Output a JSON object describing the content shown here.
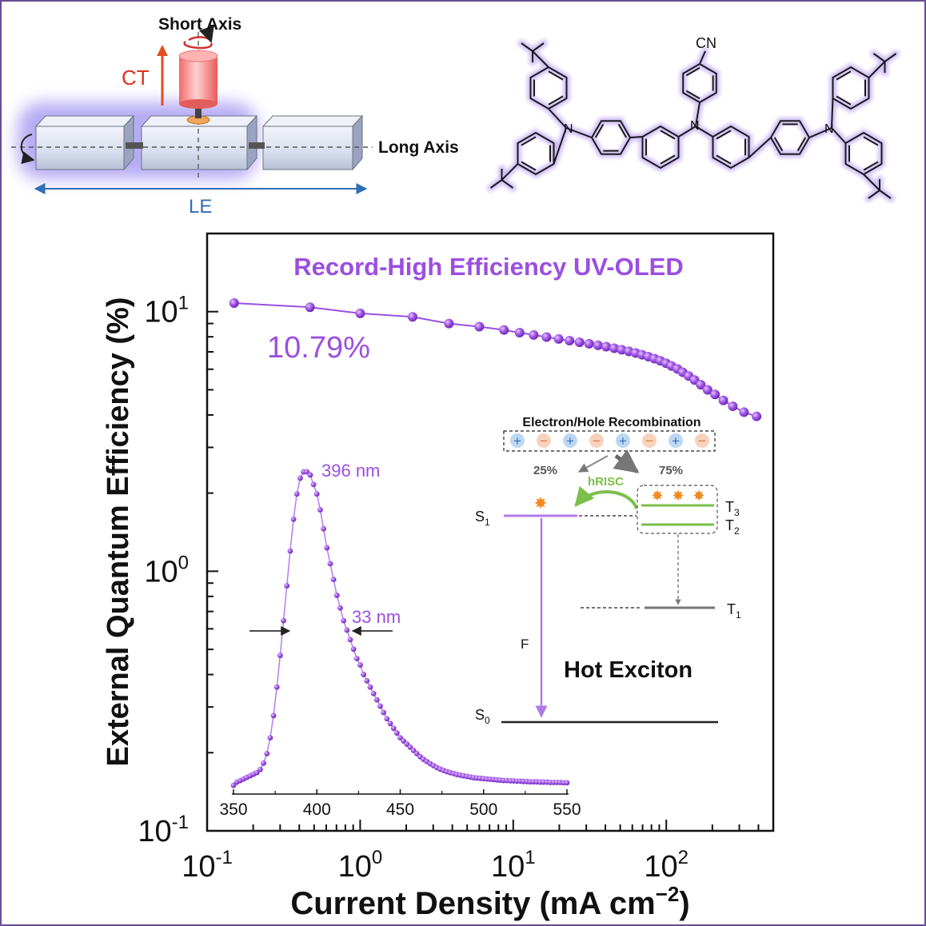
{
  "colors": {
    "accent": "#9b4fe0",
    "frame": "#6a4c93",
    "ct_arrow": "#d9381e",
    "le_arrow": "#2f6fb5",
    "glow": "#b3a6f0",
    "hrisc_green": "#7bbf4a",
    "orange": "#f28a1e"
  },
  "schematic": {
    "short_axis": "Short Axis",
    "ct": "CT",
    "long_axis": "Long Axis",
    "le": "LE"
  },
  "molecule": {
    "cn": "CN",
    "n": "N"
  },
  "chart_data": [
    {
      "type": "scatter",
      "title": "Record-High Efficiency UV-OLED",
      "xlabel": "Current Density (mA cm",
      "xlabel_sup": "−2",
      "xlabel_close": ")",
      "ylabel": "External Quantum Efficiency (%)",
      "xscale": "log",
      "yscale": "log",
      "xlim": [
        0.1,
        500
      ],
      "ylim": [
        0.1,
        20
      ],
      "x_ticks": [
        {
          "value": 0.1,
          "base": "10",
          "exp": "-1"
        },
        {
          "value": 1,
          "base": "10",
          "exp": "0"
        },
        {
          "value": 10,
          "base": "10",
          "exp": "1"
        },
        {
          "value": 100,
          "base": "10",
          "exp": "2"
        }
      ],
      "y_ticks": [
        {
          "value": 0.1,
          "base": "10",
          "exp": "-1"
        },
        {
          "value": 1,
          "base": "10",
          "exp": "0"
        },
        {
          "value": 10,
          "base": "10",
          "exp": "1"
        }
      ],
      "annotation": "10.79%",
      "series": [
        {
          "x": [
            0.15,
            0.47,
            1.0,
            2.2,
            3.8,
            6.0,
            8.7,
            11.0,
            13.6,
            16.5,
            19.8,
            23.3,
            27.1,
            31.3,
            35.8,
            40.5,
            45.7,
            51.1,
            56.9,
            63.0,
            69.5,
            76.3,
            83.6,
            91.3,
            99.6,
            108,
            118,
            128,
            140,
            153,
            168,
            186,
            208,
            236,
            272,
            322,
            389
          ],
          "y": [
            10.79,
            10.4,
            9.85,
            9.55,
            9.0,
            8.75,
            8.5,
            8.3,
            8.13,
            7.98,
            7.85,
            7.73,
            7.62,
            7.52,
            7.42,
            7.33,
            7.23,
            7.13,
            7.03,
            6.93,
            6.82,
            6.71,
            6.59,
            6.47,
            6.33,
            6.18,
            6.02,
            5.84,
            5.65,
            5.45,
            5.23,
            5.0,
            4.8,
            4.55,
            4.32,
            4.1,
            3.95
          ]
        }
      ]
    },
    {
      "type": "line",
      "x_ticks": [
        350,
        400,
        450,
        500,
        550
      ],
      "xlim": [
        350,
        550
      ],
      "ylim": [
        0,
        1
      ],
      "peak_label": "396 nm",
      "fwhm_label": "33 nm",
      "series": [
        {
          "x": [
            350,
            352,
            354,
            356,
            358,
            360,
            362,
            364,
            366,
            368,
            370,
            372,
            374,
            376,
            378,
            380,
            382,
            384,
            386,
            388,
            390,
            392,
            394,
            396,
            398,
            400,
            402,
            404,
            406,
            408,
            410,
            412,
            414,
            416,
            418,
            420,
            422,
            424,
            426,
            428,
            430,
            432,
            434,
            436,
            438,
            440,
            442,
            444,
            446,
            448,
            450,
            452,
            454,
            456,
            458,
            460,
            462,
            464,
            466,
            468,
            470,
            472,
            474,
            476,
            478,
            480,
            482,
            484,
            486,
            488,
            490,
            492,
            494,
            496,
            498,
            500,
            502,
            504,
            506,
            508,
            510,
            512,
            514,
            516,
            518,
            520,
            522,
            524,
            526,
            528,
            530,
            532,
            534,
            536,
            538,
            540,
            542,
            544,
            546,
            548,
            550
          ],
          "y": [
            0.01,
            0.02,
            0.025,
            0.03,
            0.035,
            0.04,
            0.045,
            0.05,
            0.06,
            0.08,
            0.11,
            0.16,
            0.23,
            0.32,
            0.42,
            0.53,
            0.64,
            0.75,
            0.85,
            0.93,
            0.98,
            1.0,
            1.0,
            0.99,
            0.96,
            0.93,
            0.88,
            0.82,
            0.76,
            0.71,
            0.66,
            0.61,
            0.57,
            0.53,
            0.5,
            0.47,
            0.44,
            0.41,
            0.39,
            0.36,
            0.34,
            0.32,
            0.3,
            0.28,
            0.26,
            0.24,
            0.22,
            0.205,
            0.19,
            0.175,
            0.16,
            0.15,
            0.14,
            0.13,
            0.12,
            0.11,
            0.1,
            0.092,
            0.085,
            0.078,
            0.072,
            0.066,
            0.061,
            0.057,
            0.053,
            0.05,
            0.047,
            0.044,
            0.042,
            0.04,
            0.038,
            0.036,
            0.034,
            0.033,
            0.032,
            0.031,
            0.03,
            0.029,
            0.028,
            0.027,
            0.026,
            0.025,
            0.025,
            0.024,
            0.024,
            0.023,
            0.023,
            0.022,
            0.022,
            0.021,
            0.021,
            0.021,
            0.02,
            0.02,
            0.02,
            0.019,
            0.019,
            0.019,
            0.019,
            0.018,
            0.018
          ]
        }
      ]
    }
  ],
  "energy_diagram": {
    "title": "Electron/Hole Recombination",
    "charges": [
      "+",
      "−",
      "+",
      "−",
      "+",
      "−",
      "+",
      "−"
    ],
    "pct_singlet": "25%",
    "pct_triplet": "75%",
    "hrisc": "hRISC",
    "s1": "S",
    "s1_sub": "1",
    "t3": "T",
    "t3_sub": "3",
    "t2": "T",
    "t2_sub": "2",
    "t1": "T",
    "t1_sub": "1",
    "s0": "S",
    "s0_sub": "0",
    "f": "F",
    "hot_exciton": "Hot Exciton"
  }
}
